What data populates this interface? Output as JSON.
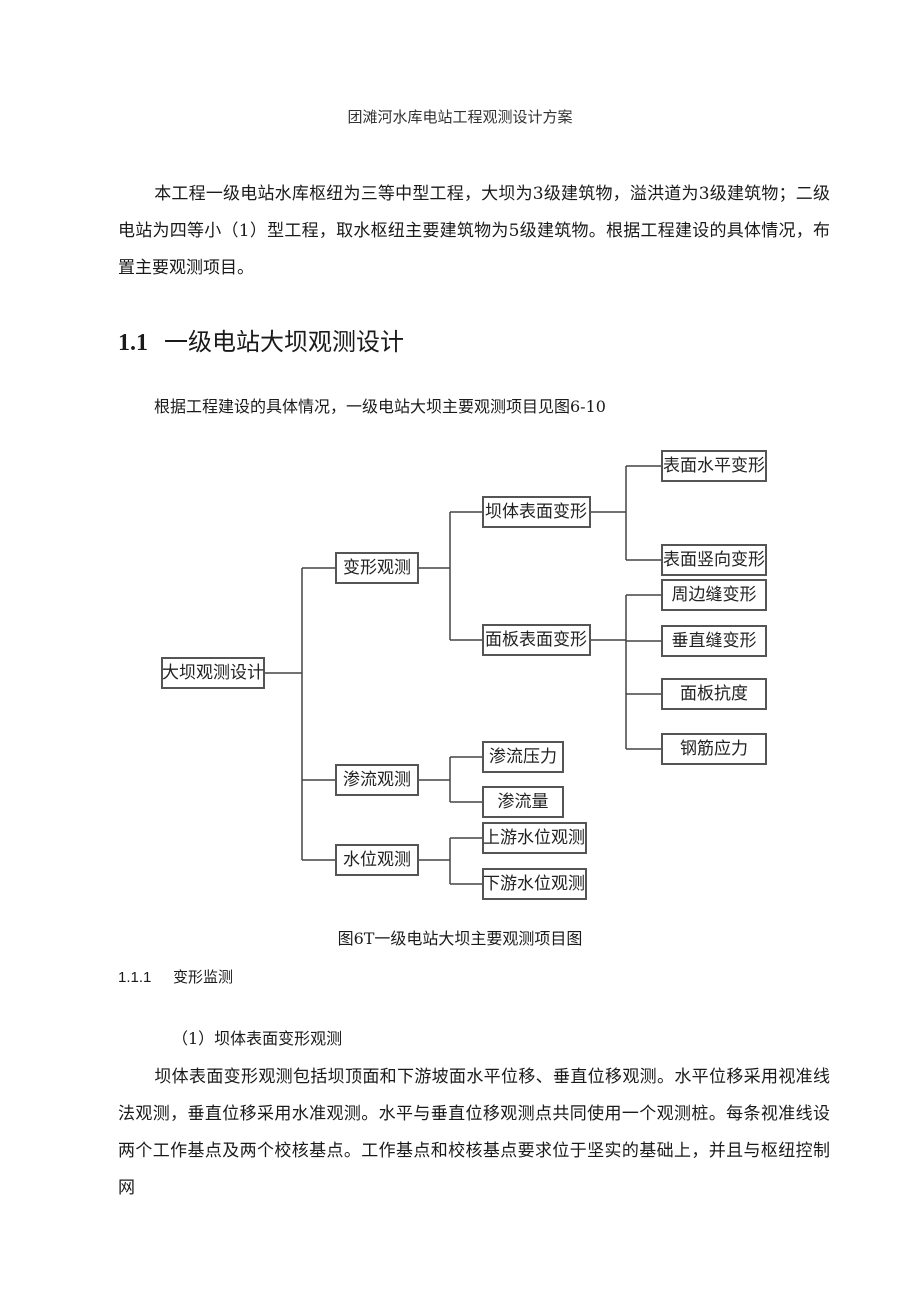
{
  "header": {
    "title": "团滩河水库电站工程观测设计方案"
  },
  "intro": {
    "text": "本工程一级电站水库枢纽为三等中型工程，大坝为3级建筑物，溢洪道为3级建筑物；二级电站为四等小（1）型工程，取水枢纽主要建筑物为5级建筑物。根据工程建设的具体情况，布置主要观测项目。"
  },
  "section": {
    "number": "1.1",
    "title": "一级电站大坝观测设计",
    "intro": "根据工程建设的具体情况，一级电站大坝主要观测项目见图6-10"
  },
  "diagram": {
    "root": "大坝观测设计",
    "deformation": "变形观测",
    "dam_surface": "坝体表面变形",
    "surface_horizontal": "表面水平变形",
    "surface_vertical": "表面竖向变形",
    "panel_surface": "面板表面变形",
    "perimeter_joint": "周边缝变形",
    "vertical_joint": "垂直缝变形",
    "panel_deflection": "面板抗度",
    "rebar_stress": "钢筋应力",
    "seepage": "渗流观测",
    "seepage_pressure": "渗流压力",
    "seepage_flow": "渗流量",
    "water_level": "水位观测",
    "upstream_level": "上游水位观测",
    "downstream_level": "下游水位观测"
  },
  "caption": "图6T一级电站大坝主要观测项目图",
  "subsection": {
    "number": "1.1.1",
    "title": "变形监测"
  },
  "item": {
    "title": "（1）坝体表面变形观测"
  },
  "body": {
    "text": "坝体表面变形观测包括坝顶面和下游坡面水平位移、垂直位移观测。水平位移采用视准线法观测，垂直位移采用水准观测。水平与垂直位移观测点共同使用一个观测桩。每条视准线设两个工作基点及两个校核基点。工作基点和校核基点要求位于坚实的基础上，并且与枢纽控制网"
  }
}
